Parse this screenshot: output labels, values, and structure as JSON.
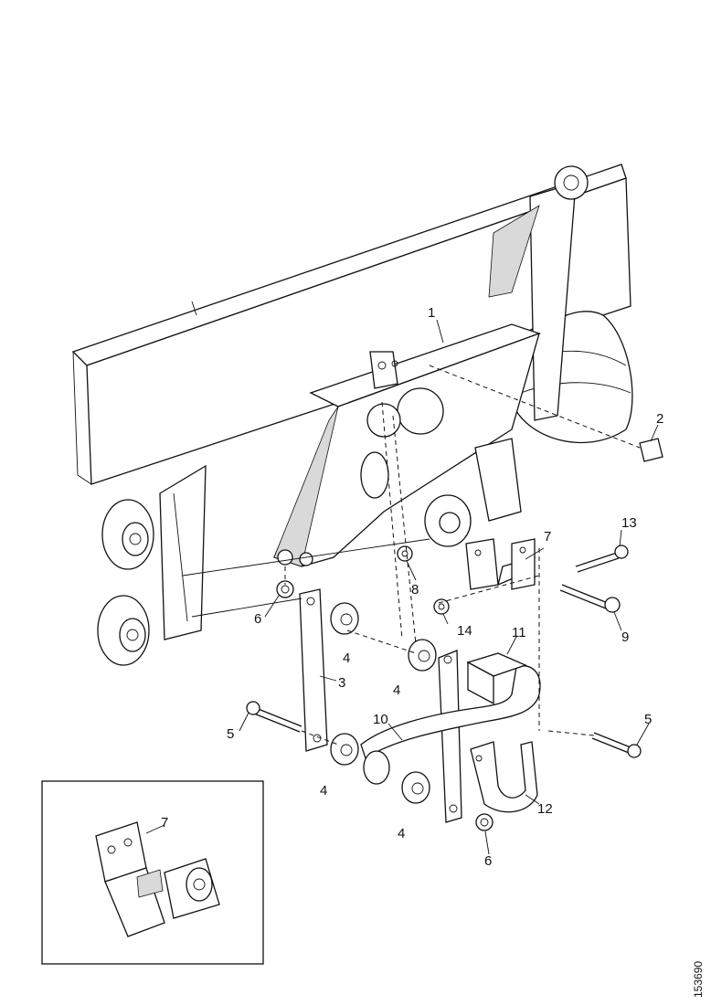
{
  "callouts": [
    {
      "id": "c1",
      "label": "1"
    },
    {
      "id": "c2",
      "label": "2"
    },
    {
      "id": "c3",
      "label": "3"
    },
    {
      "id": "c4a",
      "label": "4"
    },
    {
      "id": "c4b",
      "label": "4"
    },
    {
      "id": "c4c",
      "label": "4"
    },
    {
      "id": "c4d",
      "label": "4"
    },
    {
      "id": "c5a",
      "label": "5"
    },
    {
      "id": "c5b",
      "label": "5"
    },
    {
      "id": "c6a",
      "label": "6"
    },
    {
      "id": "c6b",
      "label": "6"
    },
    {
      "id": "c7",
      "label": "7"
    },
    {
      "id": "c7inset",
      "label": "7"
    },
    {
      "id": "c8",
      "label": "8"
    },
    {
      "id": "c9",
      "label": "9"
    },
    {
      "id": "c10",
      "label": "10"
    },
    {
      "id": "c11",
      "label": "11"
    },
    {
      "id": "c12",
      "label": "12"
    },
    {
      "id": "c13",
      "label": "13"
    },
    {
      "id": "c14",
      "label": "14"
    }
  ],
  "reference_number": "153690"
}
